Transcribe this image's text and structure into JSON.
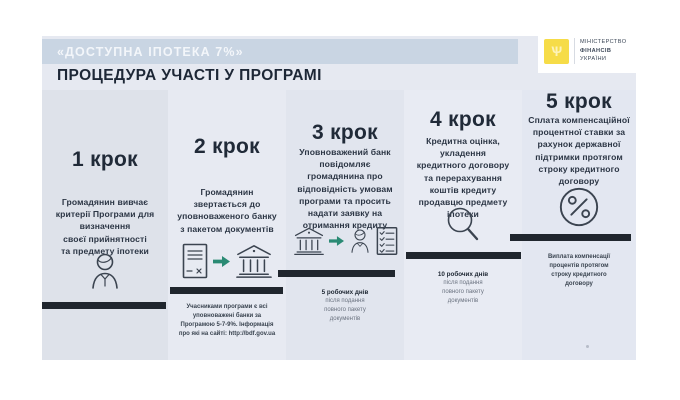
{
  "banner": {
    "program_title": "«ДОСТУПНА ІПОТЕКА 7%»"
  },
  "heading": "ПРОЦЕДУРА УЧАСТІ У ПРОГРАМІ",
  "logo": {
    "line1": "МІНІСТЕРСТВО",
    "line2": "ФІНАНСІВ",
    "line3": "УКРАЇНИ",
    "trident_glyph": "Ѱ"
  },
  "steps": [
    {
      "title": "1 крок",
      "description": "Громадянин вивчає\nкритерії Програми для\nвизначення\nсвоєї прийнятності\nта предмету іпотеки",
      "note_lead": "",
      "note_rest": ""
    },
    {
      "title": "2 крок",
      "description": "Громадянин\nзвертається до\nуповноваженого банку\nз пакетом документів",
      "note_lead": "",
      "note_rest": "Учасниками програми є всі\nуповноважені банки за\nПрограмою 5-7-9%. Інформація\nпро які на сайті: http://bdf.gov.ua"
    },
    {
      "title": "3 крок",
      "description": "Уповноважений банк\nповідомляє\nгромадянина про\nвідповідність умовам\nпрограми та просить\nнадати заявку на\nотримання кредиту",
      "note_lead": "5 робочих днів",
      "note_rest": "після подання\nповного пакету\nдокументів"
    },
    {
      "title": "4 крок",
      "description": "Кредитна оцінка,\nукладення\nкредитного договору\nта перерахування\nкоштів кредиту\nпродавцю предмету\nіпотеки",
      "note_lead": "10 робочих днів",
      "note_rest": "після подання\nповного пакету\nдокументів"
    },
    {
      "title": "5 крок",
      "description": "Сплата компенсаційної\nпроцентної ставки за\nрахунок державної\nпідтримки протягом\nстроку кредитного\nдоговору",
      "note_lead": "",
      "note_rest": "Виплата компенсації\nпроцентів протягом\nстроку кредитного\nдоговору"
    }
  ],
  "colors": {
    "slide_bg": "#e6e9f1",
    "banner_bg": "#c9d5e3",
    "bar": "#20262e",
    "text_navy": "#202a38",
    "accent_green": "#2a8a74",
    "logo_yellow": "#f6dc48"
  }
}
